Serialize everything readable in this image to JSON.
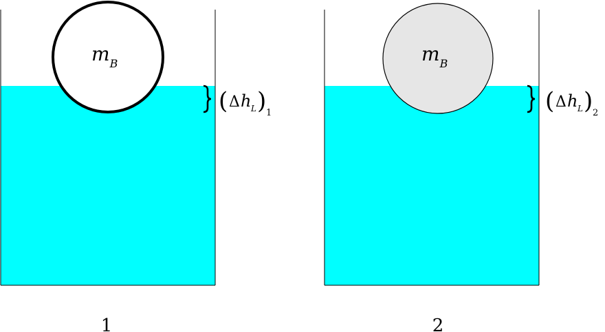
{
  "panels": [
    {
      "ball": {
        "symbol": "m",
        "subscript": "B",
        "fill": "#ffffff"
      },
      "delta_label": {
        "open_paren": "(",
        "delta": "Δ",
        "symbol": "h",
        "subscript_inner": "L",
        "close_paren": ")",
        "subscript_outer": "1"
      },
      "caption": "1"
    },
    {
      "ball": {
        "symbol": "m",
        "subscript": "B",
        "fill": "#e6e6e6"
      },
      "delta_label": {
        "open_paren": "(",
        "delta": "Δ",
        "symbol": "h",
        "subscript_inner": "L",
        "close_paren": ")",
        "subscript_outer": "2"
      },
      "caption": "2"
    }
  ],
  "colors": {
    "liquid": "#00ffff",
    "outline": "#000000"
  }
}
